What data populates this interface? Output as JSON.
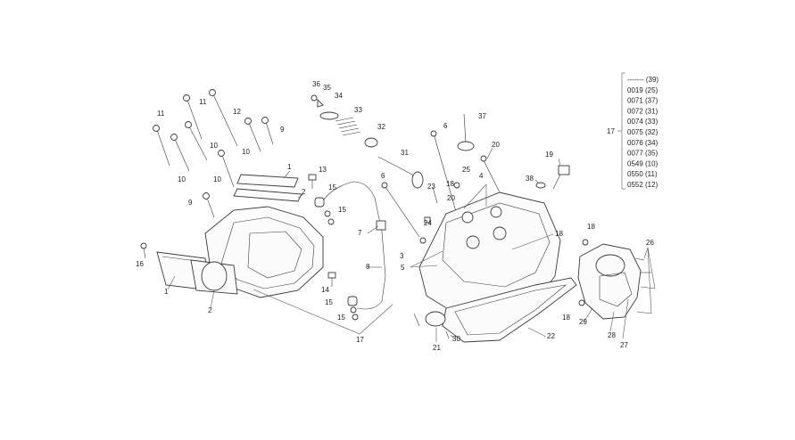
{
  "callouts": [
    {
      "id": "c1a",
      "text": "1"
    },
    {
      "id": "c1b",
      "text": "1"
    },
    {
      "id": "c2a",
      "text": "2"
    },
    {
      "id": "c2b",
      "text": "2"
    },
    {
      "id": "c3",
      "text": "3"
    },
    {
      "id": "c4",
      "text": "4"
    },
    {
      "id": "c5",
      "text": "5"
    },
    {
      "id": "c6a",
      "text": "6"
    },
    {
      "id": "c6b",
      "text": "6"
    },
    {
      "id": "c7",
      "text": "7"
    },
    {
      "id": "c8",
      "text": "8"
    },
    {
      "id": "c9a",
      "text": "9"
    },
    {
      "id": "c9b",
      "text": "9"
    },
    {
      "id": "c10a",
      "text": "10"
    },
    {
      "id": "c10b",
      "text": "10"
    },
    {
      "id": "c10c",
      "text": "10"
    },
    {
      "id": "c10d",
      "text": "10"
    },
    {
      "id": "c11a",
      "text": "11"
    },
    {
      "id": "c11b",
      "text": "11"
    },
    {
      "id": "c12",
      "text": "12"
    },
    {
      "id": "c13",
      "text": "13"
    },
    {
      "id": "c14",
      "text": "14"
    },
    {
      "id": "c15a",
      "text": "15"
    },
    {
      "id": "c15b",
      "text": "15"
    },
    {
      "id": "c15c",
      "text": "15"
    },
    {
      "id": "c15d",
      "text": "15"
    },
    {
      "id": "c16",
      "text": "16"
    },
    {
      "id": "c17a",
      "text": "17"
    },
    {
      "id": "c18a",
      "text": "18"
    },
    {
      "id": "c18b",
      "text": "18"
    },
    {
      "id": "c18c",
      "text": "18"
    },
    {
      "id": "c18d",
      "text": "18"
    },
    {
      "id": "c19",
      "text": "19"
    },
    {
      "id": "c20a",
      "text": "20"
    },
    {
      "id": "c20b",
      "text": "20"
    },
    {
      "id": "c21",
      "text": "21"
    },
    {
      "id": "c22",
      "text": "22"
    },
    {
      "id": "c23",
      "text": "23"
    },
    {
      "id": "c24",
      "text": "24"
    },
    {
      "id": "c25",
      "text": "25"
    },
    {
      "id": "c26",
      "text": "26"
    },
    {
      "id": "c27",
      "text": "27"
    },
    {
      "id": "c28",
      "text": "28"
    },
    {
      "id": "c29",
      "text": "29"
    },
    {
      "id": "c30",
      "text": "30"
    },
    {
      "id": "c31",
      "text": "31"
    },
    {
      "id": "c32",
      "text": "32"
    },
    {
      "id": "c33",
      "text": "33"
    },
    {
      "id": "c34",
      "text": "34"
    },
    {
      "id": "c35",
      "text": "35"
    },
    {
      "id": "c36",
      "text": "36"
    },
    {
      "id": "c37",
      "text": "37"
    },
    {
      "id": "c38",
      "text": "38"
    }
  ],
  "legend": {
    "ref": "17",
    "rows": [
      "------- (39)",
      "0019 (25)",
      "0071 (37)",
      "0072 (31)",
      "0074 (33)",
      "0075 (32)",
      "0076 (34)",
      "0077 (35)",
      "0549 (10)",
      "0550 (11)",
      "0552 (12)"
    ]
  }
}
